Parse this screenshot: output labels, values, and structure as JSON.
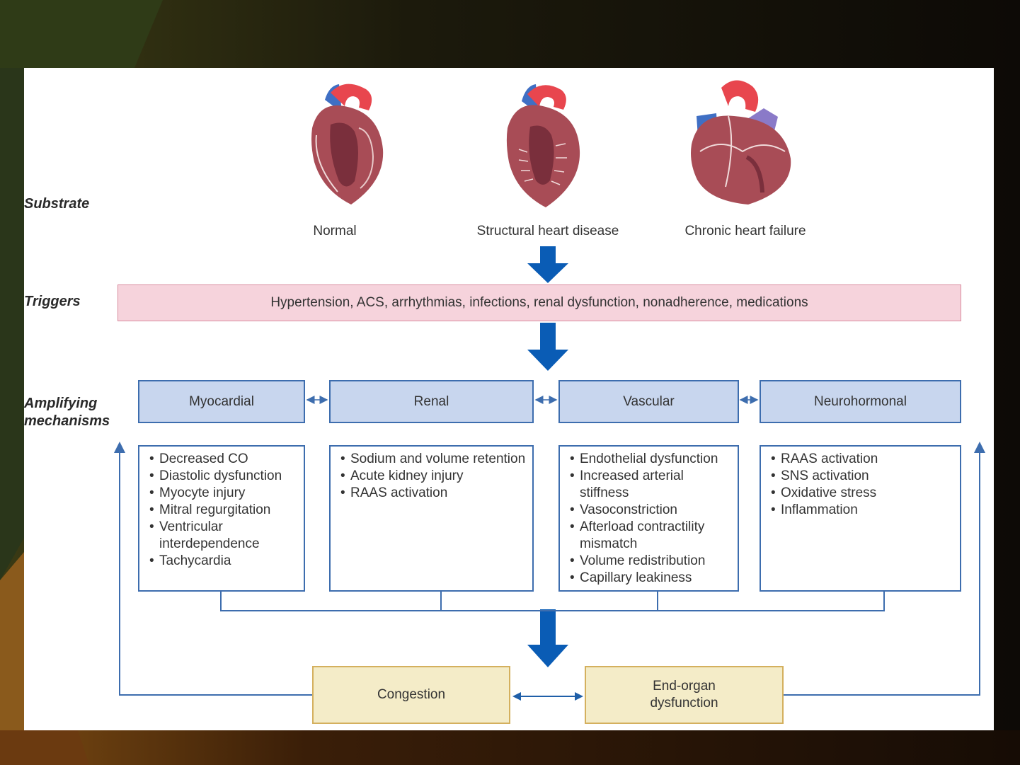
{
  "row_labels": {
    "substrate": "Substrate",
    "triggers": "Triggers",
    "amplifying": "Amplifying\nmechanisms"
  },
  "substrates": [
    {
      "label": "Normal",
      "icon": "normal-heart-icon"
    },
    {
      "label": "Structural heart disease",
      "icon": "structural-heart-icon"
    },
    {
      "label": "Chronic heart failure",
      "icon": "enlarged-heart-icon"
    }
  ],
  "triggers": "Hypertension, ACS, arrhythmias, infections, renal dysfunction, nonadherence, medications",
  "mechanisms": [
    {
      "title": "Myocardial",
      "items": [
        "Decreased CO",
        "Diastolic dysfunction",
        "Myocyte injury",
        "Mitral regurgitation",
        "Ventricular interdependence",
        "Tachycardia"
      ]
    },
    {
      "title": "Renal",
      "items": [
        "Sodium and volume retention",
        "Acute kidney injury",
        "RAAS activation"
      ]
    },
    {
      "title": "Vascular",
      "items": [
        "Endothelial dysfunction",
        "Increased arterial stiffness",
        "Vasoconstriction",
        "Afterload contractility mismatch",
        "Volume redistribution",
        "Capillary leakiness"
      ]
    },
    {
      "title": "Neurohormonal",
      "items": [
        "RAAS activation",
        "SNS activation",
        "Oxidative stress",
        "Inflammation"
      ]
    }
  ],
  "outcomes": {
    "congestion": "Congestion",
    "end_organ": "End-organ\ndysfunction"
  },
  "colors": {
    "arrow_blue": "#0a5cb5",
    "line_blue": "#3d6dae",
    "trigger_fill": "#f6d3dc",
    "mechanism_fill": "#c8d6ee",
    "outcome_fill": "#f4ecc8"
  }
}
